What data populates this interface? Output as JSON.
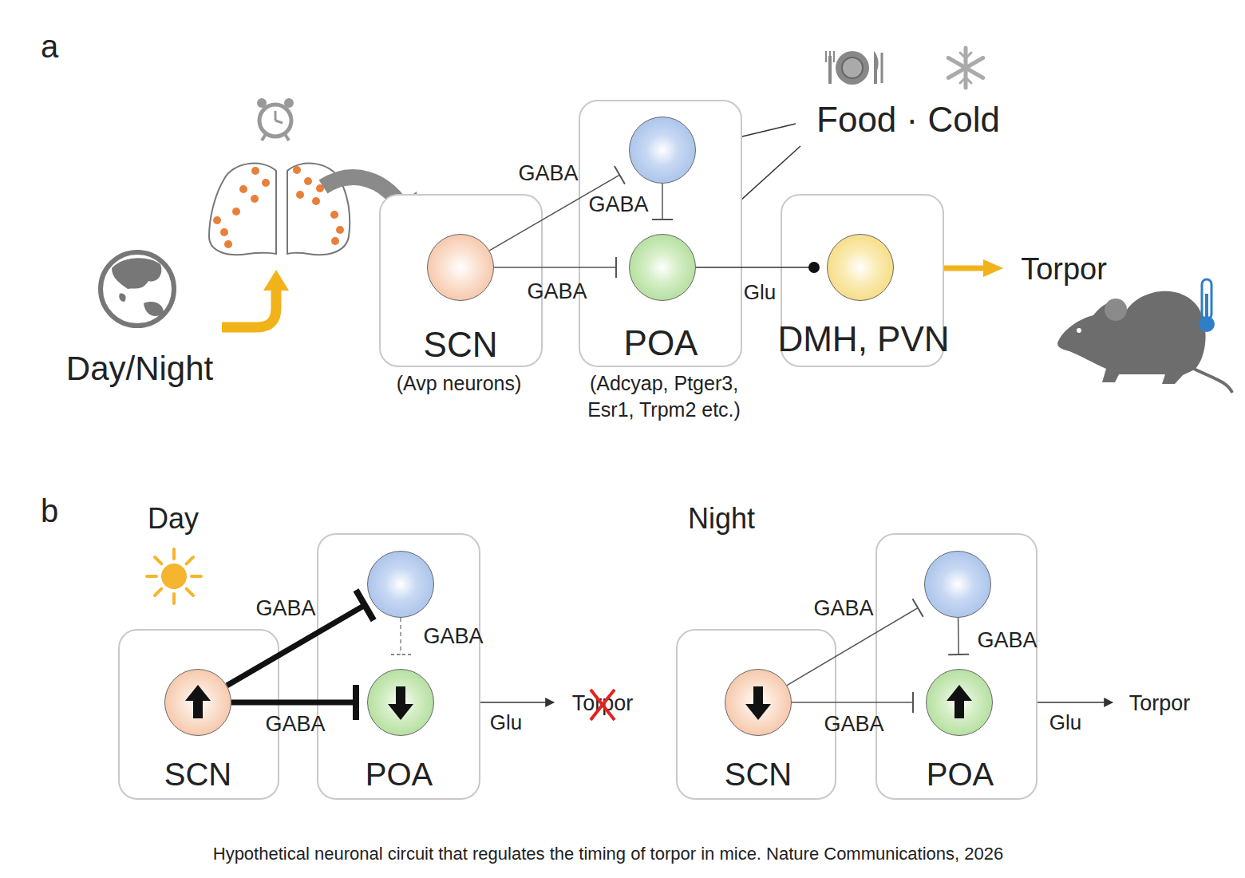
{
  "diagram": {
    "caption": "Hypothetical neuronal circuit that regulates the timing of torpor in mice. Nature Communications, 2026",
    "nodes": [
      {
        "text": [
          "SCN",
          "(Avp neurons)"
        ]
      },
      {
        "text": [],
        "in": 0
      },
      {
        "text": [
          "POA",
          "(Adcyap, Ptger3, Esr1, Trpm2 etc.)"
        ]
      },
      {
        "text": [],
        "in": 2
      },
      {
        "text": [],
        "in": 2
      },
      {
        "text": [
          "DMH, PVN"
        ]
      },
      {
        "text": [],
        "in": 5
      },
      {
        "text": [
          "SCN"
        ]
      },
      {
        "text": [],
        "in": 7
      },
      {
        "text": [
          "POA"
        ]
      },
      {
        "text": [],
        "in": 9
      },
      {
        "text": [],
        "in": 9
      },
      {
        "text": [
          "SCN"
        ]
      },
      {
        "text": [],
        "in": 12
      },
      {
        "text": [
          "POA"
        ]
      },
      {
        "text": [],
        "in": 14
      },
      {
        "text": [],
        "in": 14
      }
    ],
    "edges": [
      {
        "from": 1,
        "to": 3,
        "label": "GABA",
        "arrow": "to"
      },
      {
        "from": 1,
        "to": 4,
        "label": "GABA",
        "arrow": "to"
      },
      {
        "from": 3,
        "to": 4,
        "label": "GABA",
        "arrow": "to"
      },
      {
        "from": 4,
        "to": 6,
        "label": "Glu",
        "arrow": "to"
      },
      {
        "from": 8,
        "to": 10,
        "label": "GABA",
        "arrow": "to"
      },
      {
        "from": 8,
        "to": 11,
        "label": "GABA",
        "arrow": "to"
      },
      {
        "from": 10,
        "to": 11,
        "label": "GABA",
        "arrow": "to"
      },
      {
        "from": 13,
        "to": 15,
        "label": "GABA",
        "arrow": "to"
      },
      {
        "from": 13,
        "to": 16,
        "label": "GABA",
        "arrow": "to"
      },
      {
        "from": 15,
        "to": 16,
        "label": "GABA",
        "arrow": "to"
      }
    ],
    "labels": [
      "a",
      "Day/Night",
      "Food · Cold",
      "Torpor",
      "b",
      "Day",
      "Glu",
      "Torpor",
      "Night",
      "Glu",
      "Torpor"
    ]
  }
}
